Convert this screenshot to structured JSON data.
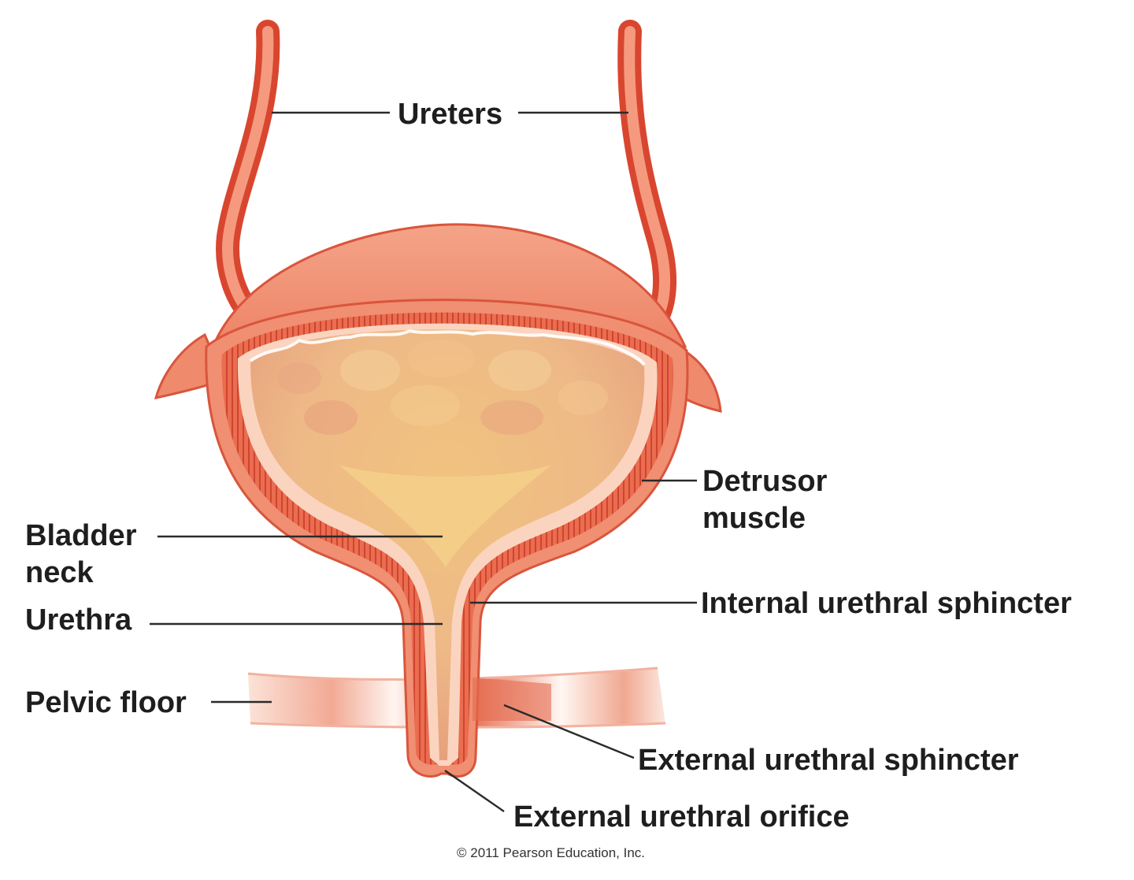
{
  "labels": {
    "ureters": "Ureters",
    "detrusor_line1": "Detrusor",
    "detrusor_line2": "muscle",
    "bladder_neck_line1": "Bladder",
    "bladder_neck_line2": "neck",
    "urethra": "Urethra",
    "internal_sphincter": "Internal urethral sphincter",
    "pelvic_floor": "Pelvic floor",
    "external_sphincter": "External urethral sphincter",
    "external_orifice": "External urethral orifice"
  },
  "copyright": "© 2011 Pearson Education, Inc.",
  "colors": {
    "tissue_outer": "#ef8b6d",
    "tissue_dark": "#e2553a",
    "muscle_band": "#e86a4c",
    "lining": "#fbd6c2",
    "lumen": "#f3c98a",
    "lumen_deep": "#e9b06e"
  }
}
